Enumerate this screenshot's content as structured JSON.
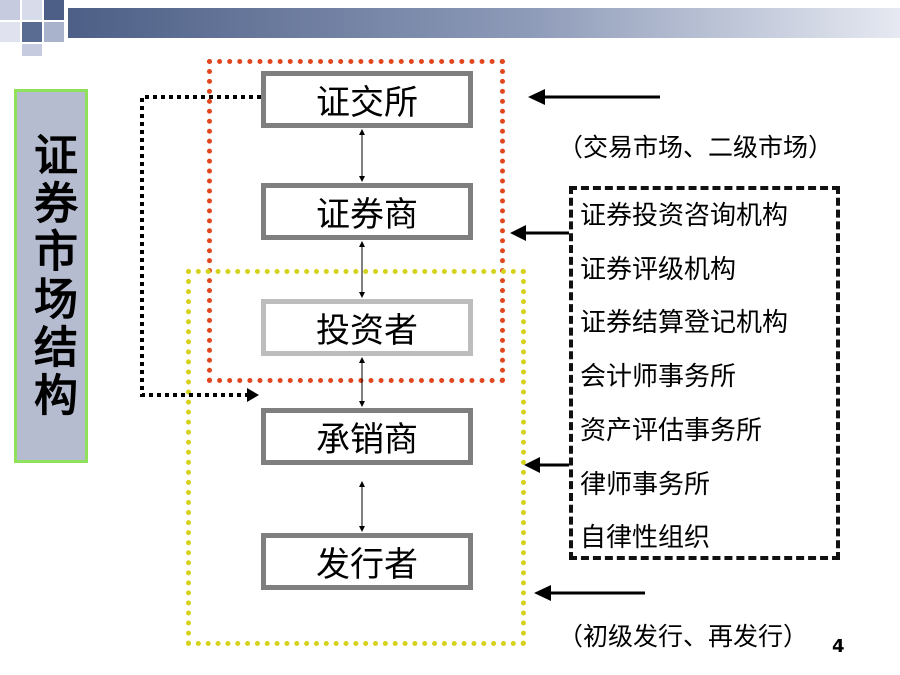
{
  "title": "证券市场结构",
  "entities": {
    "exchange": "证交所",
    "broker": "证券商",
    "investor": "投资者",
    "underwriter": "承销商",
    "issuer": "发行者"
  },
  "notes": {
    "secondary": "（交易市场、二级市场）",
    "primary": "（初级发行、再发行）"
  },
  "institutions": [
    "证券投资咨询机构",
    "证券评级机构",
    "证券结算登记机构",
    "会计师事务所",
    "资产评估事务所",
    "律师事务所",
    "自律性组织"
  ],
  "page_number": "4",
  "colors": {
    "red_region": "#e2461f",
    "yellow_region": "#d4d21a",
    "box_border": "#7f7f7f",
    "title_bg": "#b6bcd0",
    "title_border": "#8fe05a",
    "topbar_dark": "#5a6b8c"
  }
}
